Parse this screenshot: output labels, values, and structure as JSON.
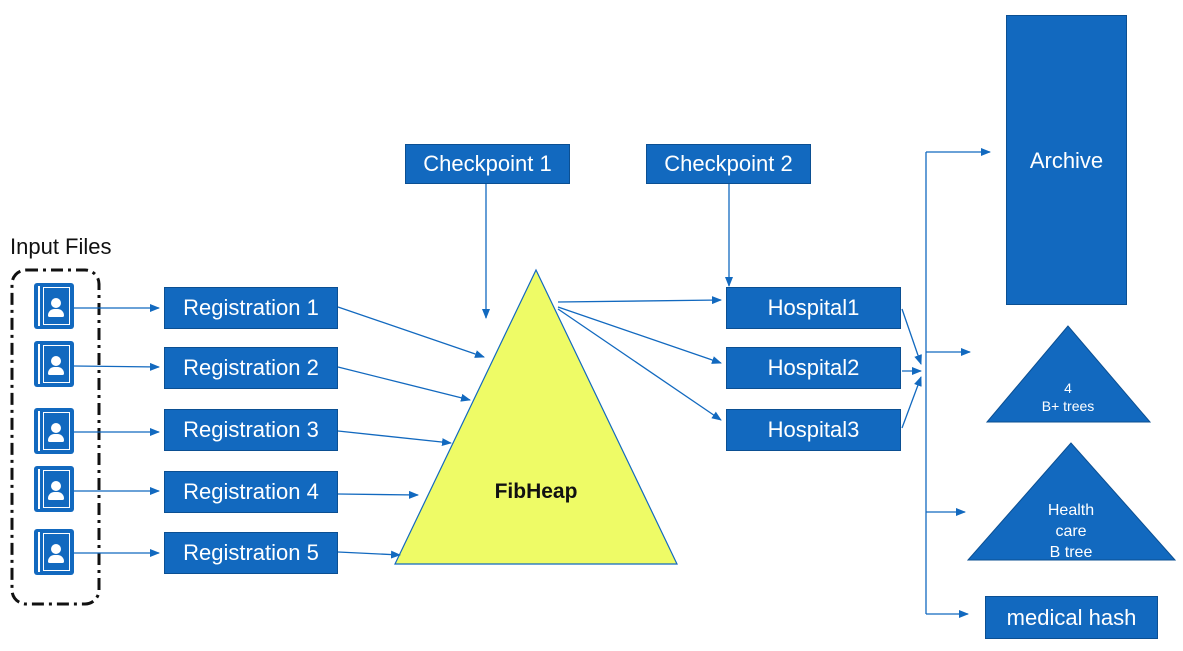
{
  "input_files": {
    "title": "Input Files",
    "icons": [
      "person-file-icon",
      "person-file-icon",
      "person-file-icon",
      "person-file-icon",
      "person-file-icon"
    ]
  },
  "registrations": [
    "Registration 1",
    "Registration 2",
    "Registration 3",
    "Registration 4",
    "Registration 5"
  ],
  "checkpoints": [
    "Checkpoint 1",
    "Checkpoint 2"
  ],
  "fibheap": "FibHeap",
  "hospitals": [
    "Hospital1",
    "Hospital2",
    "Hospital3"
  ],
  "outputs": {
    "archive": "Archive",
    "bplus": [
      "4",
      "B+ trees"
    ],
    "btree": [
      "Health",
      "care",
      "B tree"
    ],
    "medical_hash": "medical hash"
  },
  "colors": {
    "box_fill": "#1269bf",
    "heap_fill": "#eefb66",
    "arrow": "#1269bf"
  }
}
